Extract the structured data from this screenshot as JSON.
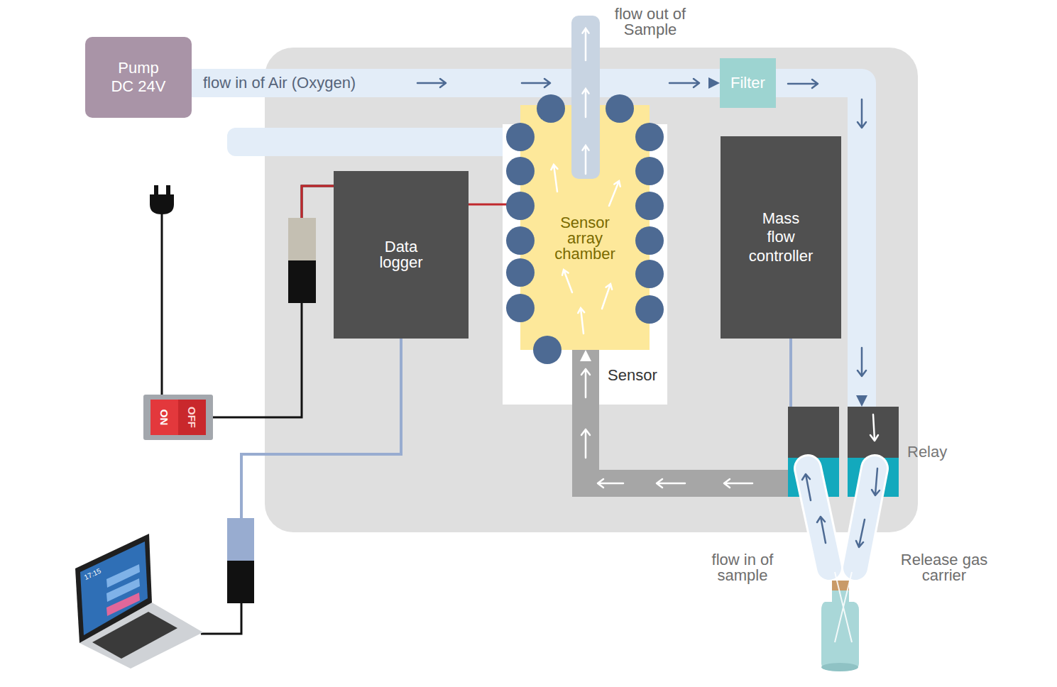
{
  "diagram": {
    "nodes": [
      {
        "text": [
          "Pump DC 24V"
        ]
      },
      {
        "text": [
          "Filter"
        ]
      },
      {
        "text": [
          "Data logger"
        ]
      },
      {
        "text": [
          "Sensor array chamber"
        ]
      },
      {
        "text": [
          "Mass flow controller"
        ]
      },
      {
        "text": [
          "Relay"
        ]
      },
      {
        "text": [
          "ON",
          "OFF"
        ]
      }
    ],
    "edges": [
      {
        "from": 0,
        "to": 1,
        "label": "flow in of Air (Oxygen)",
        "arrow": "to"
      },
      {
        "from": 1,
        "to": 5,
        "arrow": "to"
      },
      {
        "from": 5,
        "to": 3,
        "arrow": "to"
      },
      {
        "from": 2,
        "to": 3,
        "arrow": "none"
      },
      {
        "from": 4,
        "to": 5,
        "arrow": "none"
      },
      {
        "from": 6,
        "to": 2,
        "arrow": "none"
      }
    ],
    "labels": [
      "flow out of Sample",
      "Sensor",
      "flow in of sample",
      "Release gas carrier",
      "17:15"
    ]
  }
}
